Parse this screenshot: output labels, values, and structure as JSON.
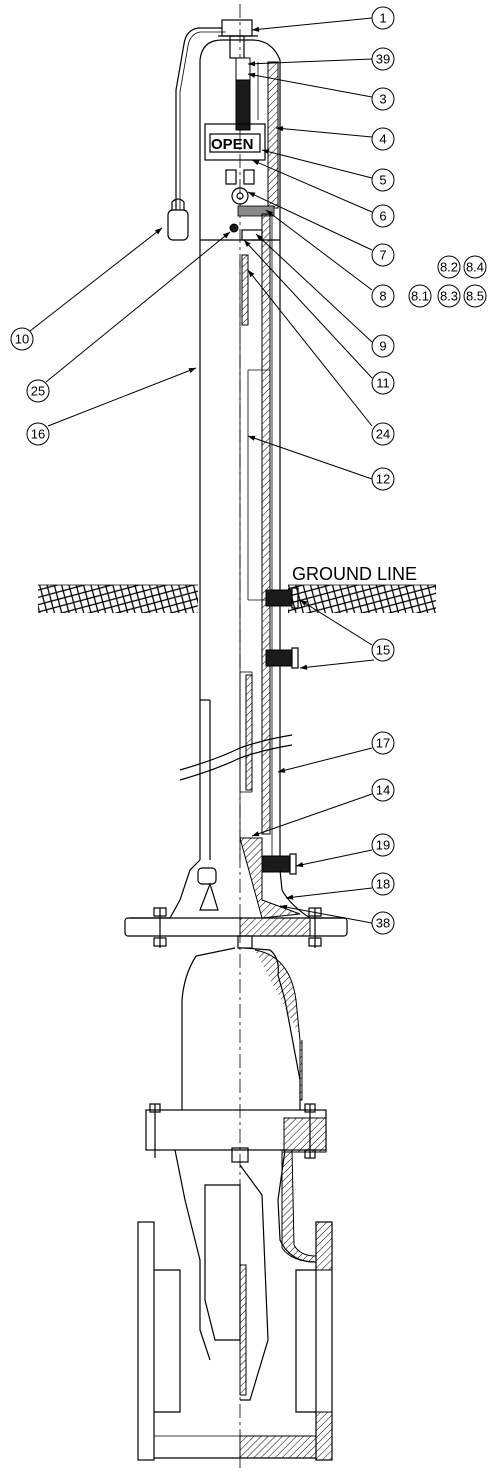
{
  "drawing": {
    "ground_line_label": "GROUND LINE",
    "indicator_label": "OPEN"
  },
  "callouts": [
    {
      "id": "c1",
      "label": "1"
    },
    {
      "id": "c39",
      "label": "39"
    },
    {
      "id": "c3",
      "label": "3"
    },
    {
      "id": "c4",
      "label": "4"
    },
    {
      "id": "c5",
      "label": "5"
    },
    {
      "id": "c6",
      "label": "6"
    },
    {
      "id": "c7",
      "label": "7"
    },
    {
      "id": "c8",
      "label": "8"
    },
    {
      "id": "c82",
      "label": "8.2"
    },
    {
      "id": "c84",
      "label": "8.4"
    },
    {
      "id": "c81",
      "label": "8.1"
    },
    {
      "id": "c83",
      "label": "8.3"
    },
    {
      "id": "c85",
      "label": "8.5"
    },
    {
      "id": "c9",
      "label": "9"
    },
    {
      "id": "c10",
      "label": "10"
    },
    {
      "id": "c25",
      "label": "25"
    },
    {
      "id": "c11",
      "label": "11"
    },
    {
      "id": "c16",
      "label": "16"
    },
    {
      "id": "c24",
      "label": "24"
    },
    {
      "id": "c12",
      "label": "12"
    },
    {
      "id": "c15",
      "label": "15"
    },
    {
      "id": "c17",
      "label": "17"
    },
    {
      "id": "c14",
      "label": "14"
    },
    {
      "id": "c19",
      "label": "19"
    },
    {
      "id": "c18",
      "label": "18"
    },
    {
      "id": "c38",
      "label": "38"
    }
  ]
}
